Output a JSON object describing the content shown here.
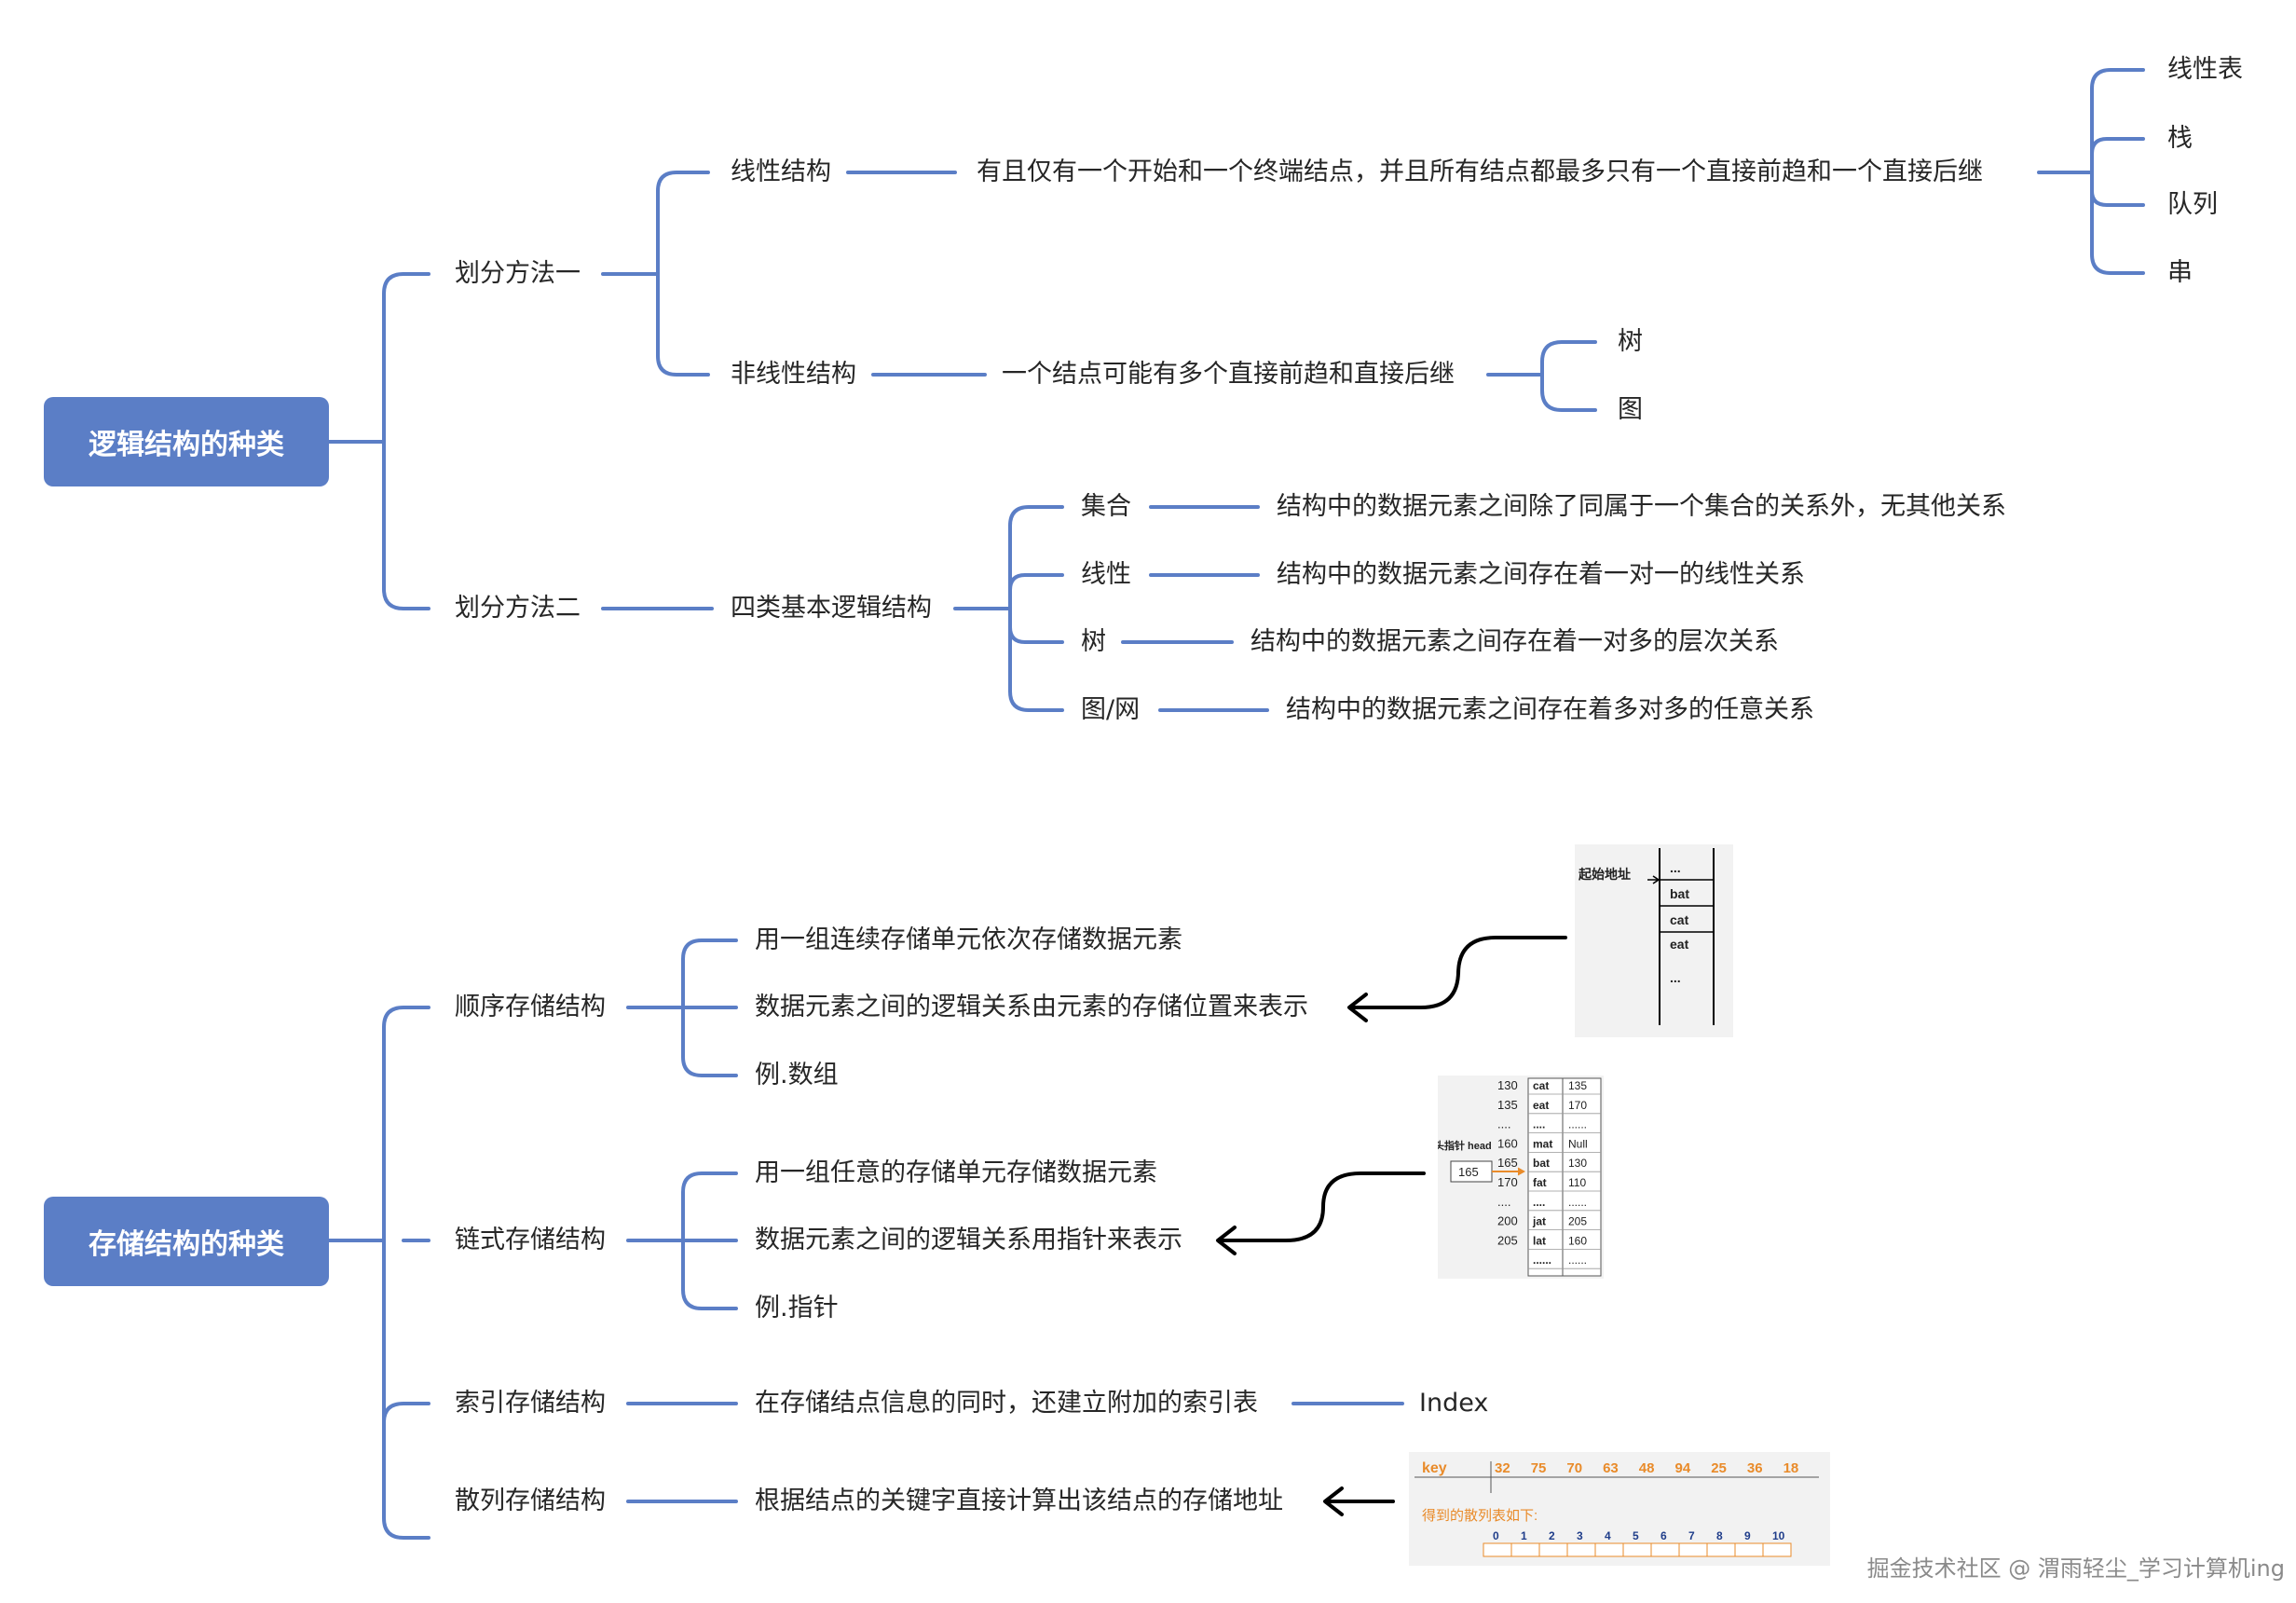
{
  "colors": {
    "node": "#5B7EC6",
    "link": "#5B7EC6",
    "arrow": "#000000",
    "text": "#262626",
    "accent": "#E98B2A"
  },
  "logic": {
    "root": "逻辑结构的种类",
    "method1": "划分方法一",
    "method2": "划分方法二",
    "linear": "线性结构",
    "linear_desc": "有且仅有一个开始和一个终端结点，并且所有结点都最多只有一个直接前趋和一个直接后继",
    "linear_items": [
      "线性表",
      "栈",
      "队列",
      "串"
    ],
    "nonlinear": "非线性结构",
    "nonlinear_desc": "一个结点可能有多个直接前趋和直接后继",
    "nonlinear_items": [
      "树",
      "图"
    ],
    "four": "四类基本逻辑结构",
    "kinds": [
      {
        "name": "集合",
        "desc": "结构中的数据元素之间除了同属于一个集合的关系外，无其他关系"
      },
      {
        "name": "线性",
        "desc": "结构中的数据元素之间存在着一对一的线性关系"
      },
      {
        "name": "树",
        "desc": "结构中的数据元素之间存在着一对多的层次关系"
      },
      {
        "name": "图/网",
        "desc": "结构中的数据元素之间存在着多对多的任意关系"
      }
    ]
  },
  "storage": {
    "root": "存储结构的种类",
    "sequential": "顺序存储结构",
    "seq_items": [
      "用一组连续存储单元依次存储数据元素",
      "数据元素之间的逻辑关系由元素的存储位置来表示",
      "例.数组"
    ],
    "linked": "链式存储结构",
    "link_items": [
      "用一组任意的存储单元存储数据元素",
      "数据元素之间的逻辑关系用指针来表示",
      "例.指针"
    ],
    "indexed": "索引存储结构",
    "index_desc": "在存储结点信息的同时，还建立附加的索引表",
    "index_leaf": "Index",
    "hash": "散列存储结构",
    "hash_desc": "根据结点的关键字直接计算出该结点的存储地址"
  },
  "figures": {
    "array": {
      "label": "起始地址",
      "cells": [
        "...",
        "bat",
        "cat",
        "eat",
        "..."
      ]
    },
    "linked": {
      "head_label": "头指针 head",
      "head_value": "165",
      "rows": [
        [
          "130",
          "cat",
          "135"
        ],
        [
          "135",
          "eat",
          "170"
        ],
        [
          "....",
          "....",
          "......"
        ],
        [
          "160",
          "mat",
          "Null"
        ],
        [
          "165",
          "bat",
          "130"
        ],
        [
          "170",
          "fat",
          "110"
        ],
        [
          "....",
          "....",
          "......"
        ],
        [
          "200",
          "jat",
          "205"
        ],
        [
          "205",
          "lat",
          "160"
        ],
        [
          "",
          "......",
          "......"
        ]
      ]
    },
    "hash": {
      "key_label": "key",
      "keys": [
        "32",
        "75",
        "70",
        "63",
        "48",
        "94",
        "25",
        "36",
        "18"
      ],
      "caption": "得到的散列表如下:",
      "indices": [
        "0",
        "1",
        "2",
        "3",
        "4",
        "5",
        "6",
        "7",
        "8",
        "9",
        "10"
      ]
    }
  },
  "watermark": "掘金技术社区 @ 渭雨轻尘_学习计算机ing"
}
